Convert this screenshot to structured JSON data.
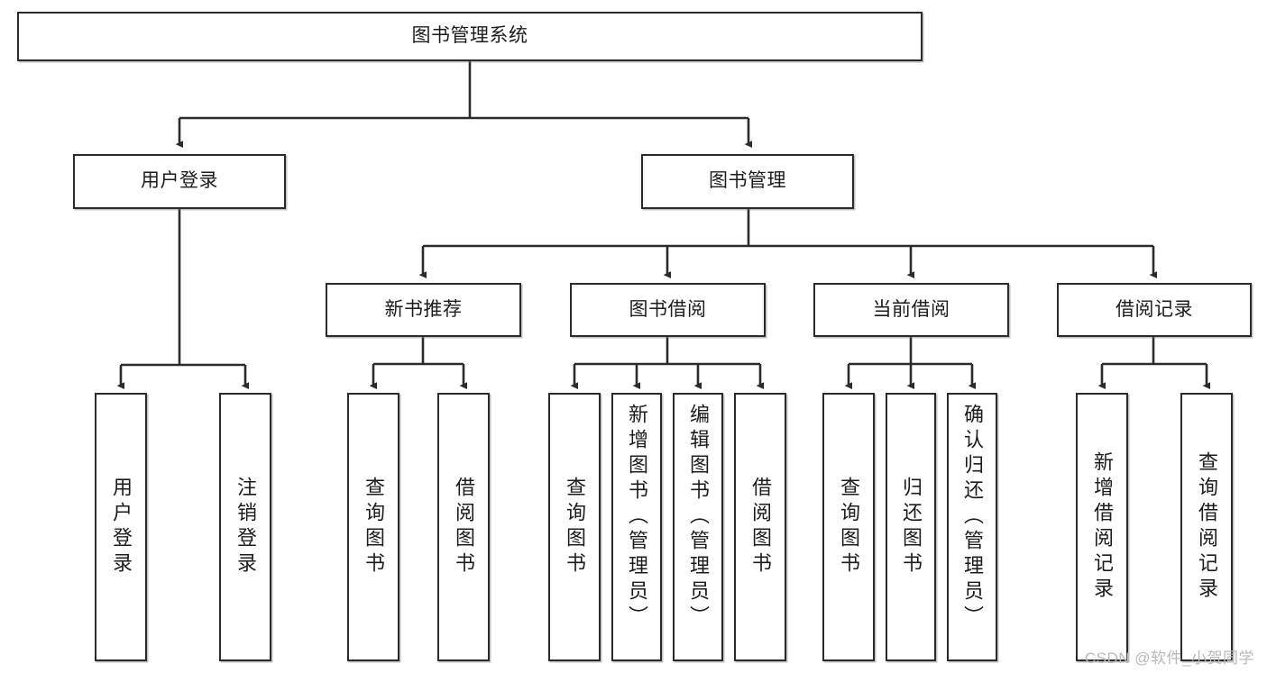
{
  "diagram": {
    "type": "hierarchy-tree",
    "title": "图书管理系统",
    "root": {
      "label": "图书管理系统"
    },
    "level2": [
      {
        "id": "user-login",
        "label": "用户登录"
      },
      {
        "id": "book-management",
        "label": "图书管理"
      }
    ],
    "level3": [
      {
        "id": "new-book-recommend",
        "label": "新书推荐"
      },
      {
        "id": "book-borrow",
        "label": "图书借阅"
      },
      {
        "id": "current-borrow",
        "label": "当前借阅"
      },
      {
        "id": "borrow-record",
        "label": "借阅记录"
      }
    ],
    "leaves": {
      "user_login": [
        {
          "id": "leaf-user-login",
          "label": "用户登录"
        },
        {
          "id": "leaf-logout-login",
          "label": "注销登录"
        }
      ],
      "new_book_recommend": [
        {
          "id": "leaf-query-book-1",
          "label": "查询图书"
        },
        {
          "id": "leaf-borrow-book-1",
          "label": "借阅图书"
        }
      ],
      "book_borrow": [
        {
          "id": "leaf-query-book-2",
          "label": "查询图书"
        },
        {
          "id": "leaf-add-book",
          "label": "新增图书（管理员）"
        },
        {
          "id": "leaf-edit-book",
          "label": "编辑图书（管理员）"
        },
        {
          "id": "leaf-borrow-book-2",
          "label": "借阅图书"
        }
      ],
      "current_borrow": [
        {
          "id": "leaf-query-book-3",
          "label": "查询图书"
        },
        {
          "id": "leaf-return-book",
          "label": "归还图书"
        },
        {
          "id": "leaf-confirm-return",
          "label": "确认归还（管理员）"
        }
      ],
      "borrow_record": [
        {
          "id": "leaf-add-record",
          "label": "新增借阅记录"
        },
        {
          "id": "leaf-query-record",
          "label": "查询借阅记录"
        }
      ]
    }
  },
  "watermark": {
    "text": "CSDN @软件_小贺同学"
  },
  "colors": {
    "border": "#2b2b2b",
    "background": "#ffffff",
    "text": "#1c1c1c",
    "watermark": "#b9b9b9"
  }
}
